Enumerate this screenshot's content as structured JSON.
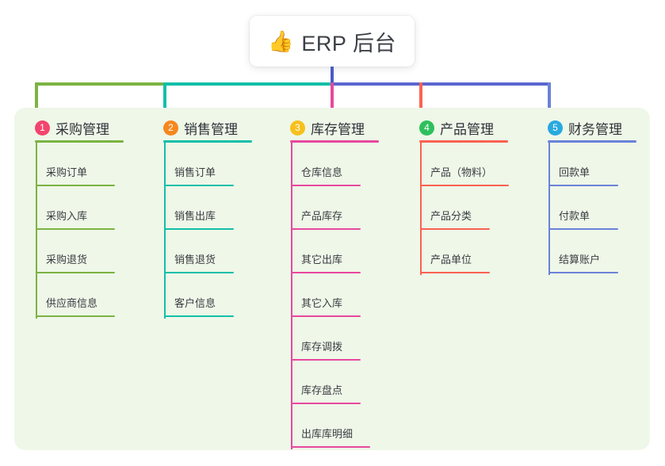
{
  "root": {
    "icon": "thumbs-up-icon",
    "emoji": "👍",
    "title": "ERP 后台"
  },
  "palette": {
    "panel_bg": "#eef7e8",
    "page_bg": "#ffffff",
    "stem_blue": "#4b5bc4",
    "text": "#3b3d42"
  },
  "columns": [
    {
      "number": "1",
      "title": "采购管理",
      "badge_color": "#f2456e",
      "line_color": "#7cb342",
      "items": [
        {
          "label": "采购订单"
        },
        {
          "label": "采购入库"
        },
        {
          "label": "采购退货"
        },
        {
          "label": "供应商信息"
        }
      ]
    },
    {
      "number": "2",
      "title": "销售管理",
      "badge_color": "#f5881f",
      "line_color": "#12bfa8",
      "items": [
        {
          "label": "销售订单"
        },
        {
          "label": "销售出库"
        },
        {
          "label": "销售退货"
        },
        {
          "label": "客户信息"
        }
      ]
    },
    {
      "number": "3",
      "title": "库存管理",
      "badge_color": "#f7c01c",
      "line_color": "#e8489f",
      "items": [
        {
          "label": "仓库信息"
        },
        {
          "label": "产品库存"
        },
        {
          "label": "其它出库"
        },
        {
          "label": "其它入库"
        },
        {
          "label": "库存调拨"
        },
        {
          "label": "库存盘点"
        },
        {
          "label": "出库库明细"
        }
      ]
    },
    {
      "number": "4",
      "title": "产品管理",
      "badge_color": "#2ec05c",
      "line_color": "#fa6151",
      "items": [
        {
          "label": "产品（物料）"
        },
        {
          "label": "产品分类"
        },
        {
          "label": "产品单位"
        }
      ]
    },
    {
      "number": "5",
      "title": "财务管理",
      "badge_color": "#29a9e0",
      "line_color": "#6a82d8",
      "items": [
        {
          "label": "回款单"
        },
        {
          "label": "付款单"
        },
        {
          "label": "结算账户"
        }
      ]
    }
  ]
}
